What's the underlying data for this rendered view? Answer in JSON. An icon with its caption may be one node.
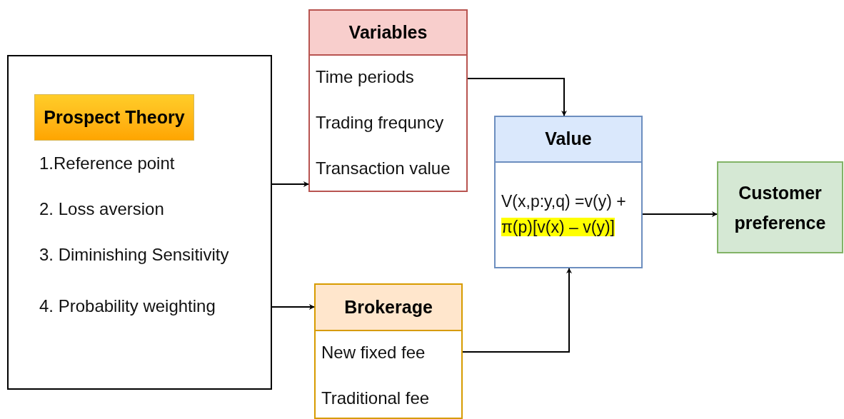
{
  "diagram": {
    "nodes": [
      {
        "text": [
          "1.Reference point",
          "2. Loss aversion",
          "3. Diminishing Sensitivity",
          "4. Probability weighting"
        ]
      },
      {
        "text": [
          "Prospect Theory"
        ],
        "in": 0
      },
      {
        "text": [
          "Variables",
          "Time periods",
          "Trading frequncy",
          "Transaction value"
        ]
      },
      {
        "text": [
          "Brokerage",
          "New fixed fee",
          "Traditional fee"
        ]
      },
      {
        "text": [
          "Value",
          "V(x,p:y,q) =v(y) +",
          "π(p)[v(x) – v(y)]"
        ]
      },
      {
        "text": [
          "Customer preference"
        ]
      }
    ],
    "edges": [
      {
        "from": 0,
        "to": 2,
        "arrow": "to"
      },
      {
        "from": 0,
        "to": 3,
        "arrow": "to"
      },
      {
        "from": 2,
        "to": 4,
        "arrow": "to"
      },
      {
        "from": 3,
        "to": 4,
        "arrow": "to"
      },
      {
        "from": 4,
        "to": 5,
        "arrow": "to"
      }
    ]
  }
}
